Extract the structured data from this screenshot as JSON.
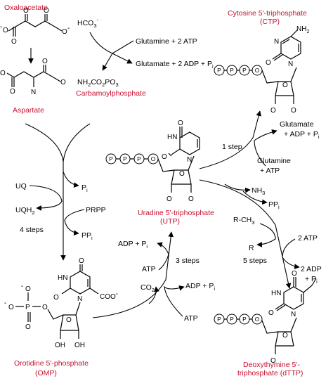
{
  "compounds": {
    "oxaloacetate": "Oxaloacetate",
    "aspartate": "Aspartate",
    "carbamoylphosphate": "Carbamoylphosphate",
    "ctp": "Cytosine 5'-triphosphate",
    "ctp_abbr": "(CTP)",
    "utp": "Uradine 5'-triphosphate",
    "utp_abbr": "(UTP)",
    "omp": "Orotidine 5'-phosphate",
    "omp_abbr": "(OMP)",
    "dttp_l1": "Deoxythymine 5'-",
    "dttp_l2": "triphosphate (dTTP)"
  },
  "reagents": {
    "hco3": "HCO",
    "hco3_sub": "3",
    "hco3_sup": "-",
    "glutamine_atp": "Glutamine + 2 ATP",
    "glutamate_adp_pi": "Glutamate + 2 ADP + P",
    "nh2co2po3": "NH",
    "carb_formula_mid": "CO",
    "carb_formula_end": "PO",
    "uq": "UQ",
    "uqh2": "UQH",
    "pi": "P",
    "prpp": "PRPP",
    "ppi": "PP",
    "four_steps": "4 steps",
    "co2": "CO",
    "adp_pi": "ADP + P",
    "atp": "ATP",
    "three_steps": "3 steps",
    "one_step": "1 step",
    "glutamate": "Glutamate",
    "adp_pi2": "+ ADP + P",
    "glutamine": "Glutamine",
    "plus_atp": "+ ATP",
    "nh3": "NH",
    "rch3": "R-CH",
    "r": "R",
    "two_atp": "2 ATP",
    "five_steps": "5 steps",
    "two_adp": "2 ADP",
    "plus_pi": "+ P",
    "sub_i": "i",
    "sub_2": "2",
    "sub_3": "3"
  },
  "atoms": {
    "o": "O",
    "o_minus": "O",
    "n": "N",
    "nh2": "NH",
    "hn": "HN",
    "h": "H",
    "p": "P",
    "coo": "COO",
    "minus": "-"
  },
  "colors": {
    "compound_label": "#c8102e",
    "line": "#000000"
  }
}
